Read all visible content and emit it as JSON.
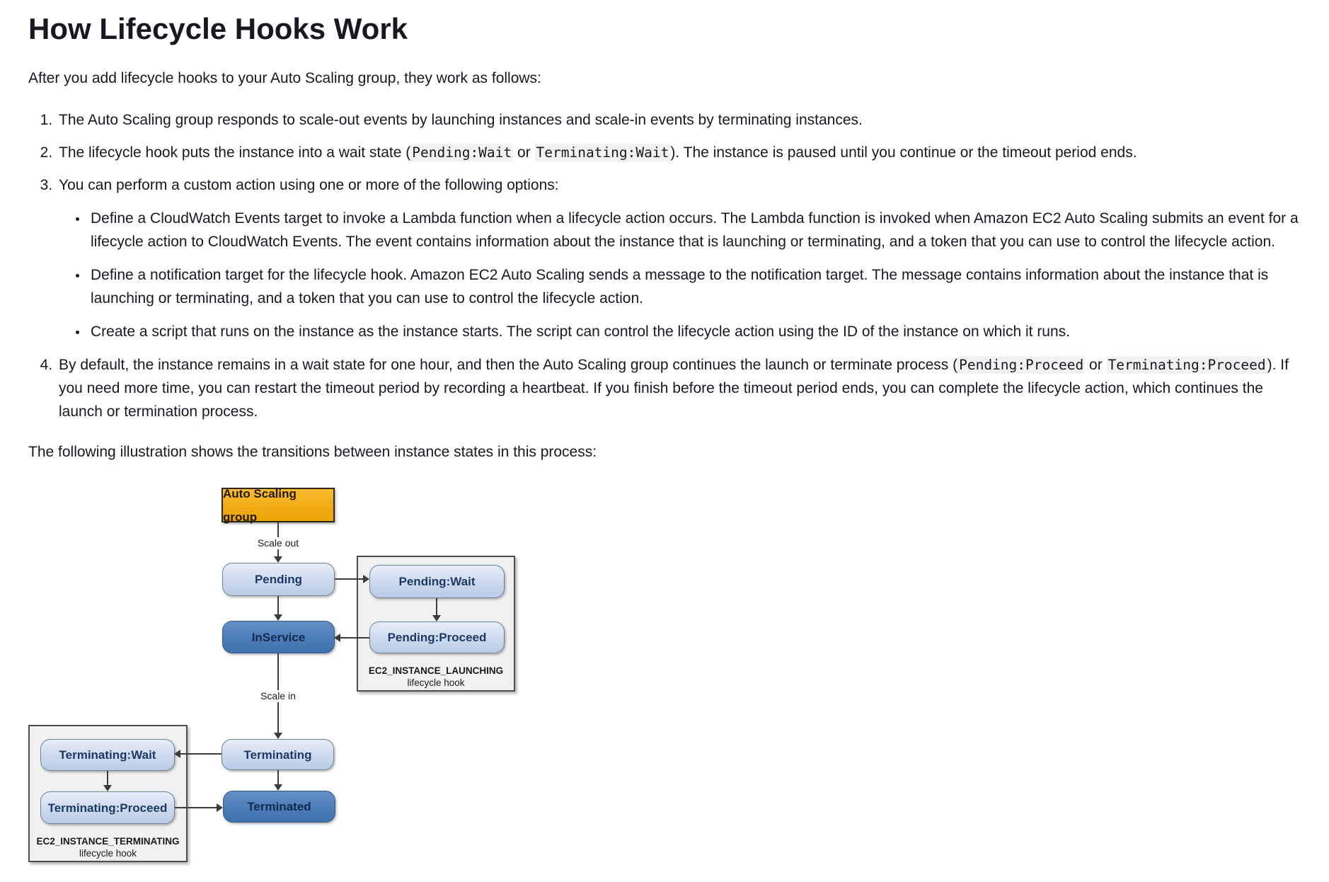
{
  "document": {
    "heading": "How Lifecycle Hooks Work",
    "intro": "After you add lifecycle hooks to your Auto Scaling group, they work as follows:",
    "steps": {
      "step1": "The Auto Scaling group responds to scale-out events by launching instances and scale-in events by terminating instances.",
      "step2": {
        "pre": "The lifecycle hook puts the instance into a wait state (",
        "code1": "Pending:Wait",
        "mid": " or ",
        "code2": "Terminating:Wait",
        "post": "). The instance is paused until you continue or the timeout period ends."
      },
      "step3": {
        "label": "You can perform a custom action using one or more of the following options:",
        "options": {
          "cloudwatch": "Define a CloudWatch Events target to invoke a Lambda function when a lifecycle action occurs. The Lambda function is invoked when Amazon EC2 Auto Scaling submits an event for a lifecycle action to CloudWatch Events. The event contains information about the instance that is launching or terminating, and a token that you can use to control the lifecycle action.",
          "notification": "Define a notification target for the lifecycle hook. Amazon EC2 Auto Scaling sends a message to the notification target. The message contains information about the instance that is launching or terminating, and a token that you can use to control the lifecycle action.",
          "script": "Create a script that runs on the instance as the instance starts. The script can control the lifecycle action using the ID of the instance on which it runs."
        }
      },
      "step4": {
        "pre": "By default, the instance remains in a wait state for one hour, and then the Auto Scaling group continues the launch or terminate process (",
        "code1": "Pending:Proceed",
        "mid": " or ",
        "code2": "Terminating:Proceed",
        "post": "). If you need more time, you can restart the timeout period by recording a heartbeat. If you finish before the timeout period ends, you can complete the lifecycle action, which continues the launch or termination process."
      }
    },
    "closing": "The following illustration shows the transitions between instance states in this process:"
  },
  "diagram": {
    "asg": "Auto Scaling group",
    "scale_out": "Scale out",
    "scale_in": "Scale in",
    "states": {
      "pending": "Pending",
      "pending_wait": "Pending:Wait",
      "pending_proceed": "Pending:Proceed",
      "in_service": "InService",
      "terminating": "Terminating",
      "terminating_wait": "Terminating:Wait",
      "terminating_proceed": "Terminating:Proceed",
      "terminated": "Terminated"
    },
    "launching_hook": {
      "name": "EC2_INSTANCE_LAUNCHING",
      "sub": "lifecycle hook"
    },
    "terminating_hook": {
      "name": "EC2_INSTANCE_TERMINATING",
      "sub": "lifecycle hook"
    }
  },
  "colors": {
    "text": "#16191f",
    "code_background": "#f1f2f2",
    "asg_orange": "#f0ab12",
    "state_light_blue": "#ccd9ed",
    "state_dark_blue": "#4b7cb8",
    "state_text_navy": "#1c3a64",
    "hook_group_gray": "#f1f1f1",
    "arrow_gray": "#3c3c3c"
  }
}
